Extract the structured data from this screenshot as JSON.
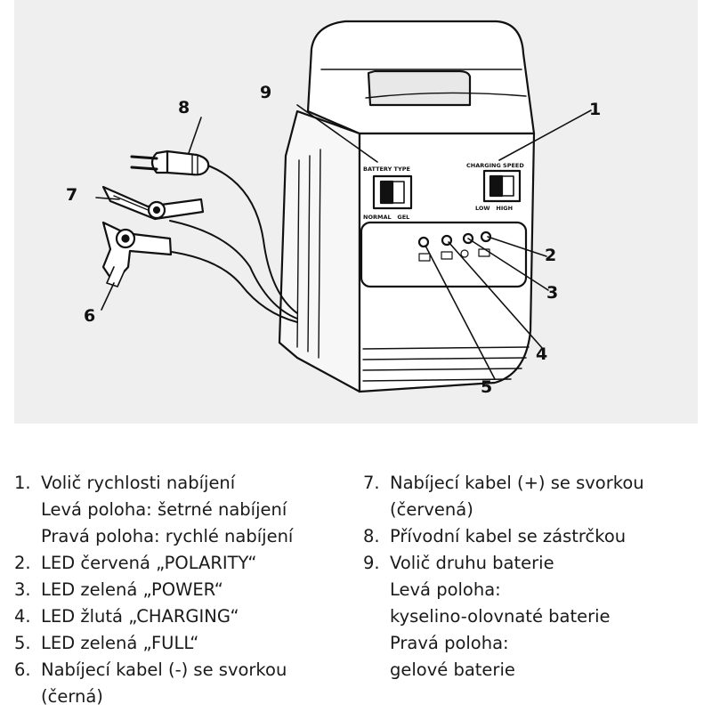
{
  "diagram": {
    "callouts": [
      "1",
      "2",
      "3",
      "4",
      "5",
      "6",
      "7",
      "8",
      "9"
    ],
    "panel": {
      "battery_type_label": "BATTERY TYPE",
      "battery_type_options": "NORMAL   GEL",
      "charging_speed_label": "CHARGING SPEED",
      "charging_speed_options": "LOW   HIGH"
    }
  },
  "legend": {
    "left": [
      {
        "num": "1.",
        "lines": [
          "Volič rychlosti nabíjení",
          "Levá poloha: šetrné nabíjení",
          "Pravá poloha: rychlé nabíjení"
        ]
      },
      {
        "num": "2.",
        "lines": [
          "LED červená „POLARITY“"
        ]
      },
      {
        "num": "3.",
        "lines": [
          "LED zelená „POWER“"
        ]
      },
      {
        "num": "4.",
        "lines": [
          "LED žlutá „CHARGING“"
        ]
      },
      {
        "num": "5.",
        "lines": [
          "LED zelená „FULL“"
        ]
      },
      {
        "num": "6.",
        "lines": [
          "Nabíjecí kabel (-) se svorkou",
          "(černá)"
        ]
      }
    ],
    "right": [
      {
        "num": "7.",
        "lines": [
          "Nabíjecí kabel (+) se svorkou",
          "(červená)"
        ]
      },
      {
        "num": "8.",
        "lines": [
          "Přívodní kabel se zástrčkou"
        ]
      },
      {
        "num": "9.",
        "lines": [
          "Volič druhu baterie",
          "Levá poloha:",
          "kyselino-olovnaté baterie",
          "Pravá poloha:",
          "gelové baterie"
        ]
      }
    ]
  }
}
